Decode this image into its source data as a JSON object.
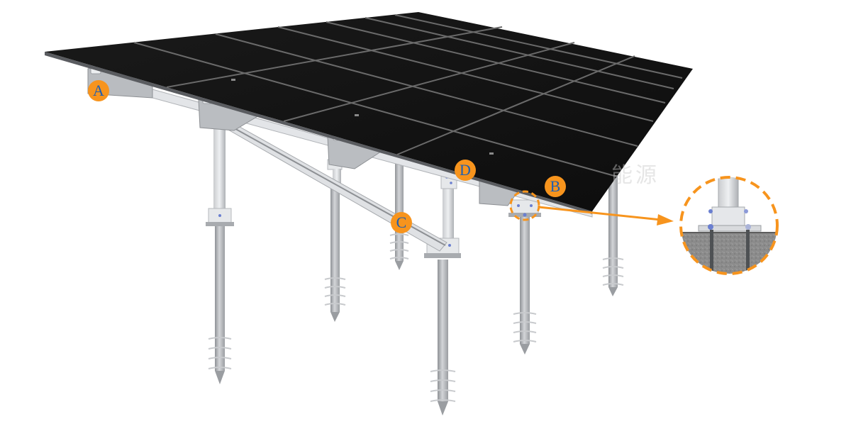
{
  "figure": {
    "subject": "Ground-mounted solar panel array on screw pile foundations",
    "colors": {
      "label_fill": "#F7941D",
      "label_text": "#1F5FB0",
      "callout": "#F7941D",
      "panel": "#151515",
      "panel_grid": "#6a6a6a",
      "aluminium": "#d9dbde",
      "aluminium_dark": "#9a9da2",
      "steel_pile": "#b8bbbf",
      "concrete": "#8c8c8c"
    },
    "panel_array": {
      "rows": 4,
      "columns": 7
    },
    "posts": 6
  },
  "labels": [
    {
      "id": "A",
      "text": "A",
      "component": "panel-mount-bracket"
    },
    {
      "id": "B",
      "text": "B",
      "component": "post-base-connector"
    },
    {
      "id": "C",
      "text": "C",
      "component": "diagonal-brace"
    },
    {
      "id": "D",
      "text": "D",
      "component": "beam-post-connector"
    }
  ],
  "detail_callout": {
    "target": "B",
    "description": "Magnified view of post base plate anchored with bolts into concrete"
  },
  "watermark": {
    "text": "能源"
  }
}
